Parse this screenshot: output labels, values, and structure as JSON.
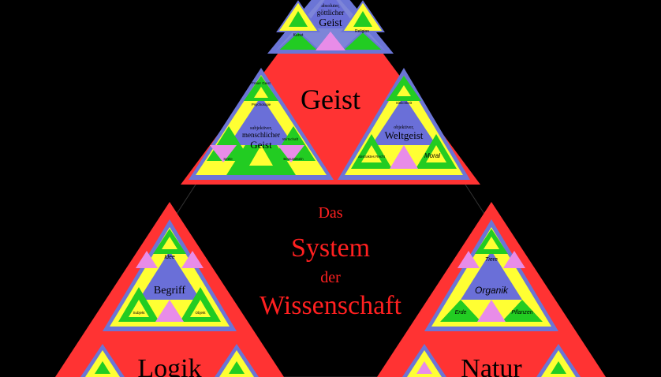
{
  "center_title": {
    "line1": "Das",
    "line2": "System",
    "line3": "der",
    "line4": "Wissenschaft"
  },
  "sections": {
    "geist": {
      "label": "Geist",
      "top": {
        "line1": "absoluter,",
        "line2": "göttlicher",
        "line3": "Geist",
        "small_right": "Religion",
        "small_left": "Kunst"
      },
      "left": {
        "line1": "subjektiver,",
        "line2": "menschlicher",
        "line3": "Geist",
        "small_top": "Freier Geist",
        "small_mid": "Psychologie",
        "small_right": "Wirtschaft",
        "small_bottom_right": "Bewusstsein",
        "small_bottom_left": "Seele"
      },
      "right": {
        "line1": "objektiver,",
        "line2": "Weltgeist",
        "small_top": "Sittlichkeit",
        "small_right": "Moral",
        "small_left": "abstraktes Recht"
      }
    },
    "logik": {
      "label": "Logik",
      "top": {
        "line1": "Begriff",
        "small_top": "Idee",
        "small_right": "Objekt",
        "small_left": "Subjekt"
      }
    },
    "natur": {
      "label": "Natur",
      "top": {
        "line1": "Organik",
        "small_top": "Tiere",
        "small_right": "Pflanzen",
        "small_left": "Erde"
      }
    }
  },
  "colors": {
    "background": "#000000",
    "outer_red": "#ff3333",
    "frame_blue": "#6b75d6",
    "core_blue": "#6a6fd8",
    "yellow": "#ffff33",
    "green": "#22cc22",
    "pink": "#e88ce8",
    "text_red": "#ff2020",
    "text_dark": "#000000"
  }
}
